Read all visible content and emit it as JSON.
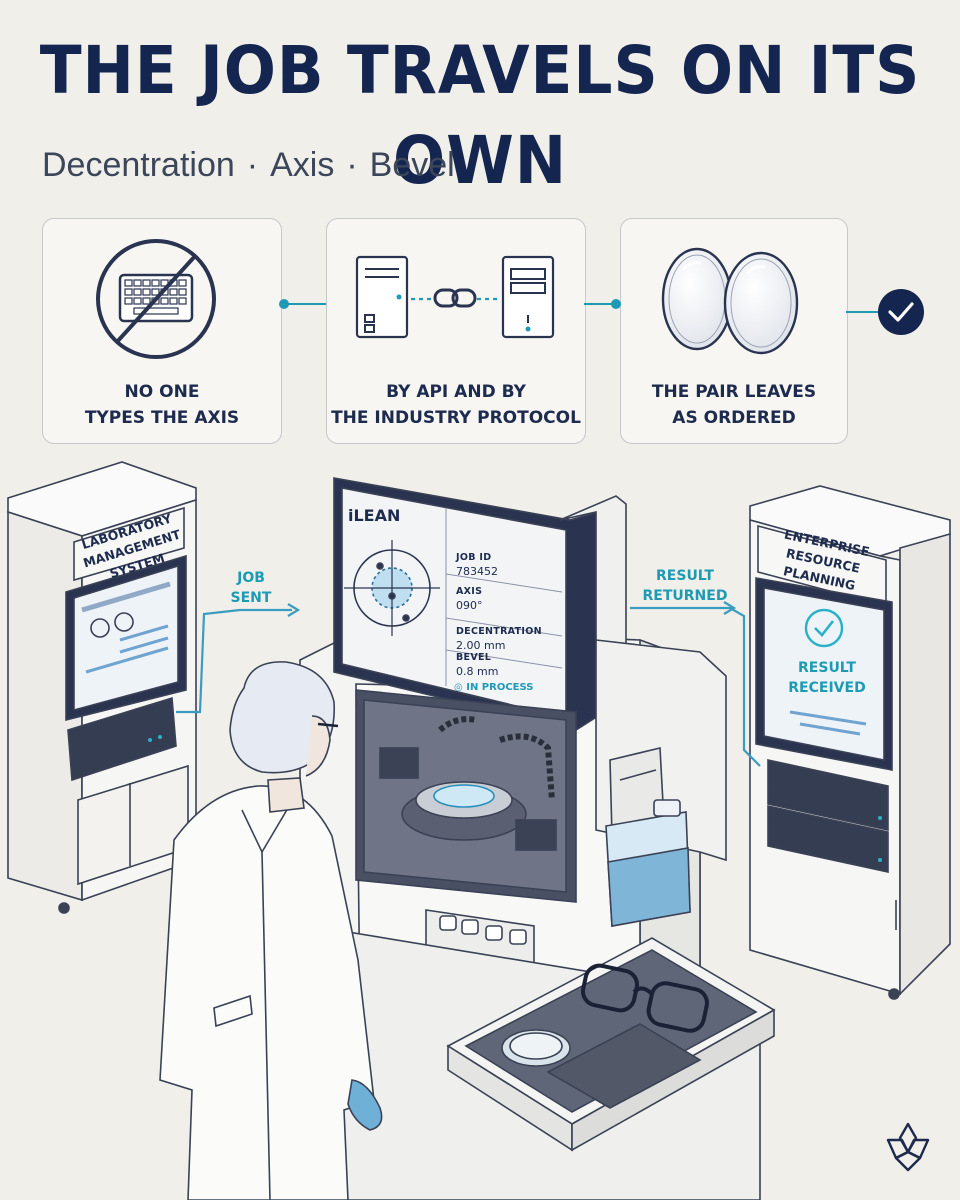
{
  "title": "THE JOB TRAVELS ON ITS OWN",
  "subtitle": {
    "items": [
      "Decentration",
      "Axis",
      "Bevel"
    ],
    "separator": "·"
  },
  "steps": [
    {
      "label": "NO ONE\nTYPES THE AXIS",
      "icon": "no-keyboard-icon"
    },
    {
      "label": "BY API AND BY\nTHE INDUSTRY PROTOCOL",
      "icon": "linked-servers-icon"
    },
    {
      "label": "THE PAIR LEAVES\nAS ORDERED",
      "icon": "lens-pair-icon"
    }
  ],
  "final_icon": "check-circle-icon",
  "flow": {
    "job_sent": "JOB\nSENT",
    "result_returned": "RESULT\nRETURNED"
  },
  "stations": {
    "lms": "LABORATORY\nMANAGEMENT SYSTEM",
    "erp": "ENTERPRISE\nRESOURCE PLANNING",
    "erp_screen": "RESULT\nRECEIVED"
  },
  "machine": {
    "brand": "iLEAN",
    "fields": [
      {
        "key": "JOB ID",
        "value": "783452"
      },
      {
        "key": "AXIS",
        "value": "090°"
      },
      {
        "key": "DECENTRATION",
        "value": "2.00 mm"
      },
      {
        "key": "BEVEL",
        "value": "0.8 mm"
      }
    ],
    "status": "IN PROCESS"
  },
  "colors": {
    "navy": "#14264f",
    "accent": "#1e9bb4",
    "line": "#3a8fb0",
    "paper": "#f1efea"
  }
}
